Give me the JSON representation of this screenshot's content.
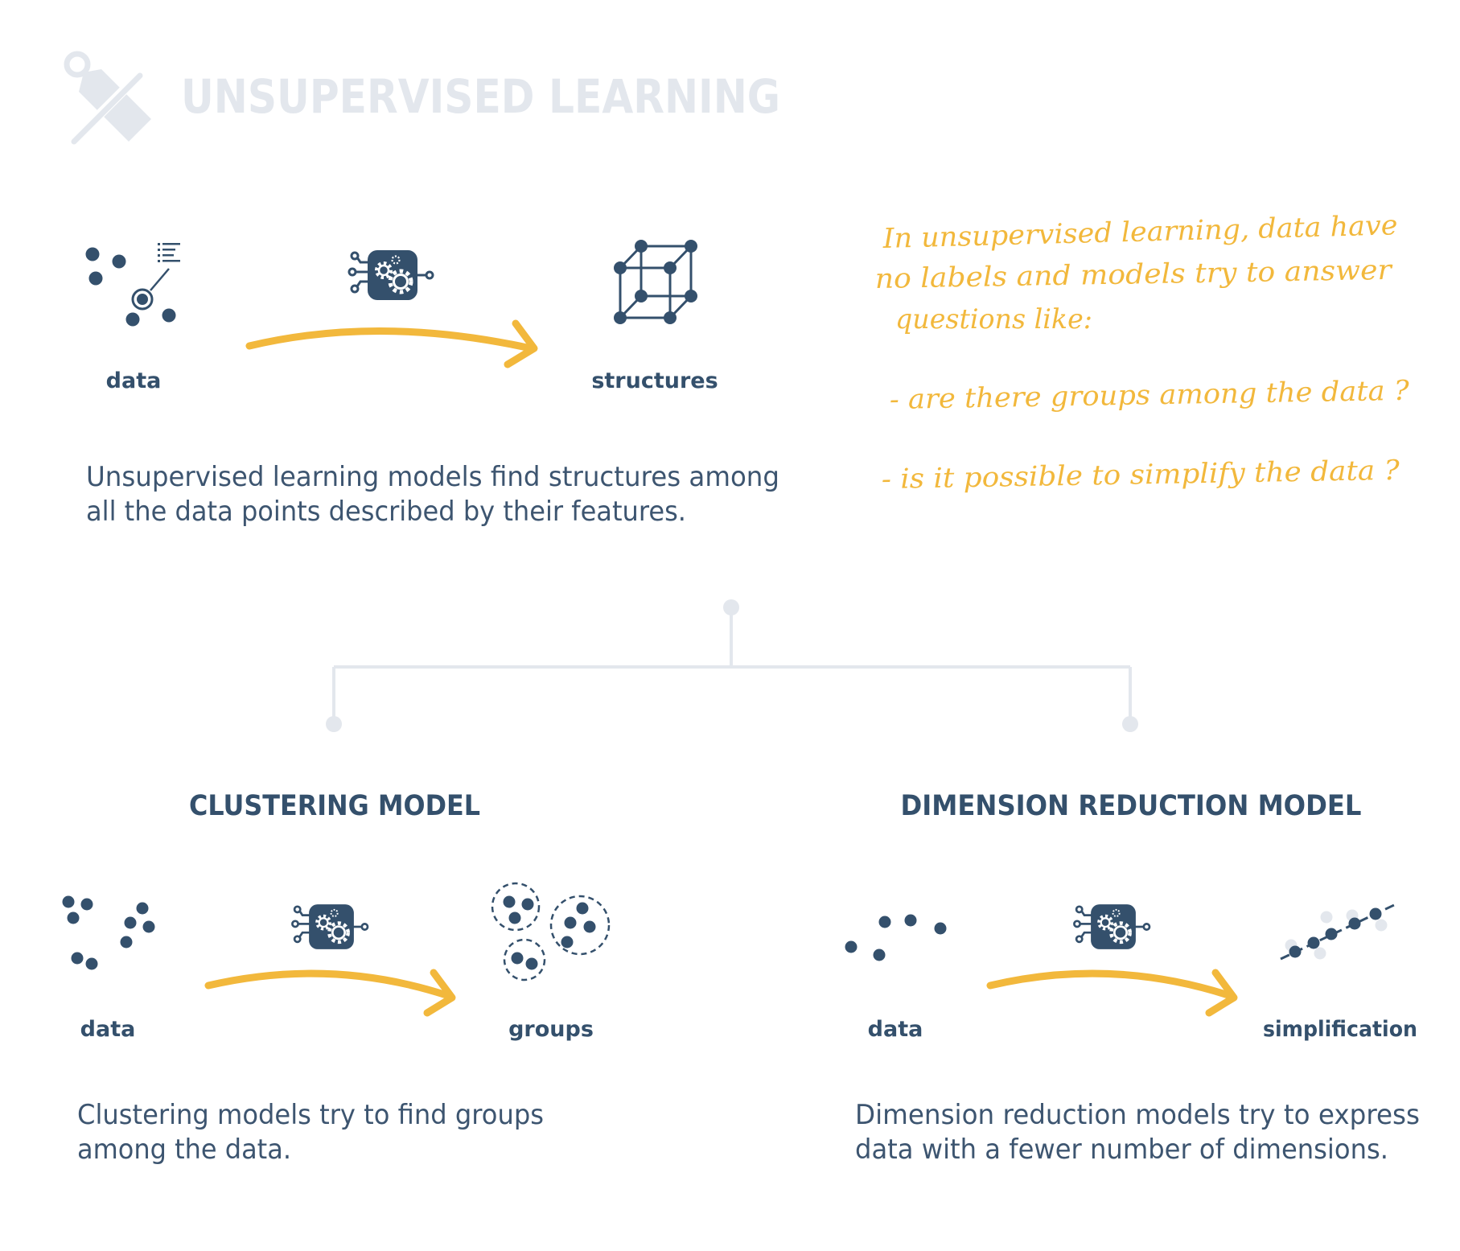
{
  "title": "UNSUPERVISED LEARNING",
  "top": {
    "input_label": "data",
    "output_label": "structures",
    "description_lines": [
      "Unsupervised learning models find structures among",
      "all the data points described by their features."
    ]
  },
  "note": {
    "lines": [
      "In unsupervised learning, data have",
      "no labels and models try to answer",
      "questions like:",
      "- are there groups among the data ?",
      "- is it possible to simplify the data ?"
    ]
  },
  "clustering": {
    "heading": "CLUSTERING MODEL",
    "input_label": "data",
    "output_label": "groups",
    "description_lines": [
      "Clustering models try to find groups",
      "among the data."
    ]
  },
  "dimension_reduction": {
    "heading": "DIMENSION REDUCTION MODEL",
    "input_label": "data",
    "output_label": "simplification",
    "description_lines": [
      "Dimension reduction models try to express",
      "data with a fewer number of dimensions."
    ]
  },
  "colors": {
    "primary": "#34506c",
    "accent": "#f2b83c",
    "muted": "#e3e7ed",
    "text": "#3d5570"
  },
  "icons": {
    "title": "tag-crossed-icon",
    "model": "gear-chip-icon",
    "structure": "cube-network-icon"
  }
}
